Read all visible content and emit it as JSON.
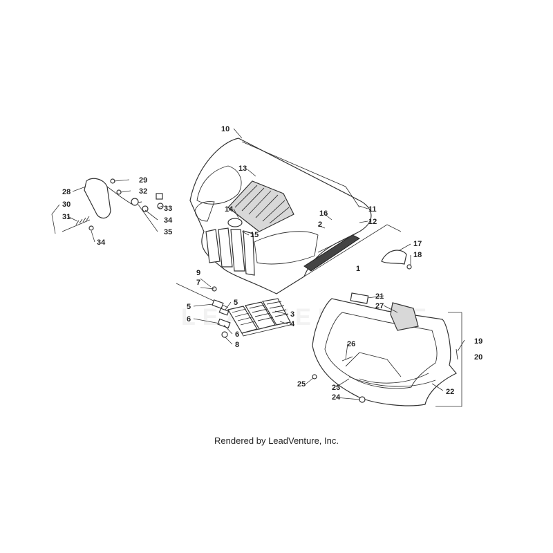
{
  "credit": "Rendered by LeadVenture, Inc.",
  "watermark": "LEADVENTURE",
  "callouts": [
    "1",
    "2",
    "3",
    "4",
    "5",
    "5",
    "6",
    "6",
    "7",
    "8",
    "9",
    "10",
    "11",
    "12",
    "13",
    "14",
    "15",
    "16",
    "17",
    "18",
    "19",
    "20",
    "21",
    "22",
    "23",
    "24",
    "25",
    "26",
    "27",
    "28",
    "29",
    "30",
    "31",
    "32",
    "33",
    "34",
    "34",
    "35"
  ],
  "colors": {
    "line": "#333333",
    "fill_gray": "#d8d8d8",
    "grille_dark": "#444444"
  }
}
